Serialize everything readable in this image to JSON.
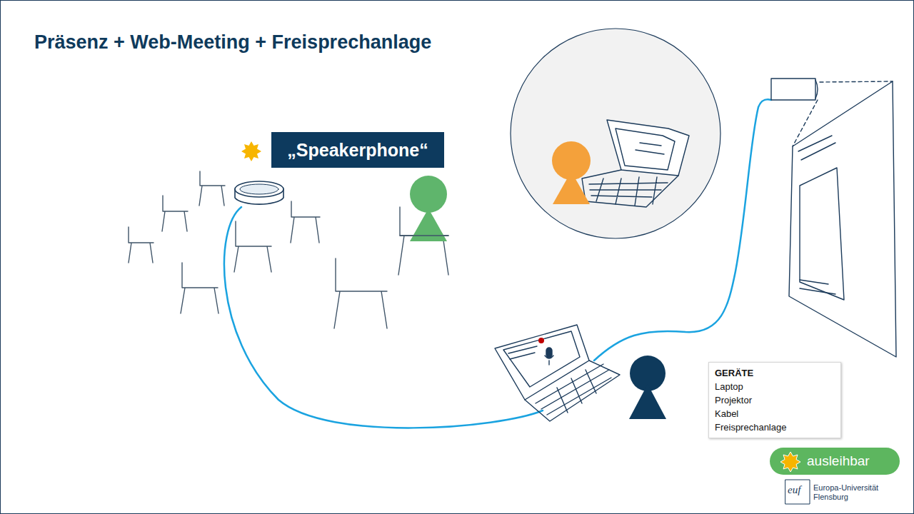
{
  "diagram": {
    "title": "Präsenz + Web-Meeting + Freisprechanlage",
    "nodes": [
      {
        "text": [
          "„Speakerphone“"
        ]
      },
      {
        "text": [
          "GERÄTE",
          "Laptop",
          "Projektor",
          "Kabel",
          "Freisprechanlage"
        ]
      },
      {
        "text": [
          "ausleihbar"
        ]
      }
    ],
    "labels": [
      "euf",
      "Europa-Universität",
      "Flensburg"
    ]
  }
}
